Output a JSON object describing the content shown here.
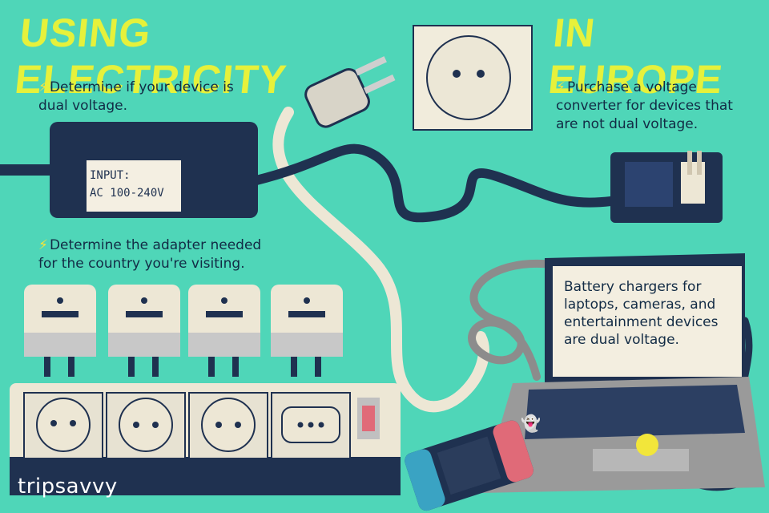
{
  "title": {
    "part1": "USING ELECTRICITY",
    "part2": "IN EUROPE"
  },
  "tips": [
    {
      "text": "Determine if your device is dual voltage."
    },
    {
      "text": "Purchase a voltage converter for devices that are not dual voltage."
    },
    {
      "text": "Determine the adapter needed for the country you're visiting."
    }
  ],
  "laptop_screen_text": "Battery chargers for laptops, cameras, and entertainment devices are dual voltage.",
  "label": {
    "line1": "INPUT:",
    "line2": "AC 100-240V"
  },
  "logo": "tripsavvy",
  "colors": {
    "background": "#4fd6b8",
    "title": "#e6f13b",
    "navy": "#1f3150",
    "cream": "#ede7d5",
    "gray": "#8c8c8c",
    "red": "#e06a78"
  }
}
